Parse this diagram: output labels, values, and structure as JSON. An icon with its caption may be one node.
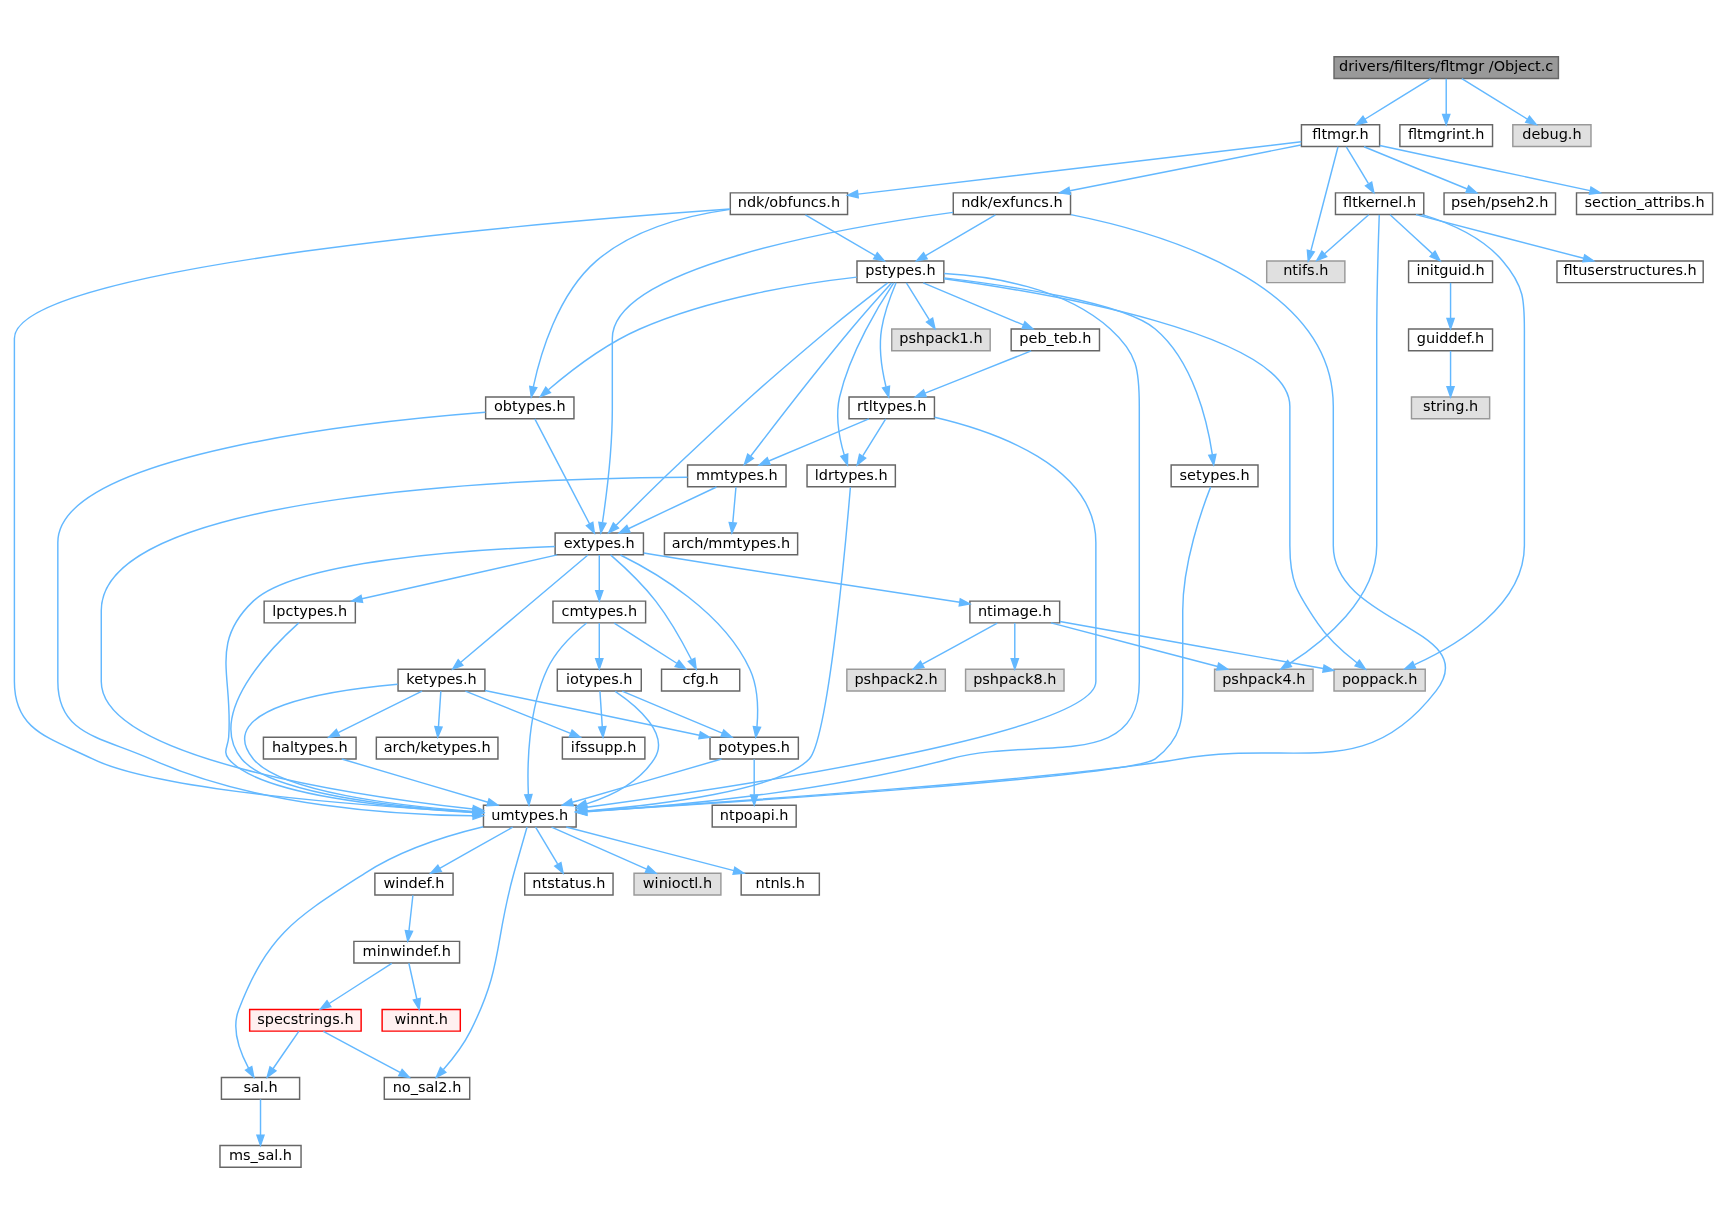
{
  "diagram": {
    "nodes": [
      {
        "text": [
          "drivers/filters/fltmgr /Object.c"
        ]
      },
      {
        "text": [
          "fltmgr.h"
        ]
      },
      {
        "text": [
          "fltmgrint.h"
        ]
      },
      {
        "text": [
          "debug.h"
        ]
      },
      {
        "text": [
          "ndk/obfuncs.h"
        ]
      },
      {
        "text": [
          "ndk/exfuncs.h"
        ]
      },
      {
        "text": [
          "fltkernel.h"
        ]
      },
      {
        "text": [
          "pseh/pseh2.h"
        ]
      },
      {
        "text": [
          "section_attribs.h"
        ]
      },
      {
        "text": [
          "pstypes.h"
        ]
      },
      {
        "text": [
          "ntifs.h"
        ]
      },
      {
        "text": [
          "fltuserstructures.h"
        ]
      },
      {
        "text": [
          "initguid.h"
        ]
      },
      {
        "text": [
          "guiddef.h"
        ]
      },
      {
        "text": [
          "peb_teb.h"
        ]
      },
      {
        "text": [
          "pshpack1.h"
        ]
      },
      {
        "text": [
          "string.h"
        ]
      },
      {
        "text": [
          "obtypes.h"
        ]
      },
      {
        "text": [
          "rtltypes.h"
        ]
      },
      {
        "text": [
          "mmtypes.h"
        ]
      },
      {
        "text": [
          "ldrtypes.h"
        ]
      },
      {
        "text": [
          "setypes.h"
        ]
      },
      {
        "text": [
          "arch/mmtypes.h"
        ]
      },
      {
        "text": [
          "extypes.h"
        ]
      },
      {
        "text": [
          "lpctypes.h"
        ]
      },
      {
        "text": [
          "cmtypes.h"
        ]
      },
      {
        "text": [
          "ntimage.h"
        ]
      },
      {
        "text": [
          "ketypes.h"
        ]
      },
      {
        "text": [
          "cfg.h"
        ]
      },
      {
        "text": [
          "iotypes.h"
        ]
      },
      {
        "text": [
          "pshpack8.h"
        ]
      },
      {
        "text": [
          "pshpack2.h"
        ]
      },
      {
        "text": [
          "pshpack4.h"
        ]
      },
      {
        "text": [
          "poppack.h"
        ]
      },
      {
        "text": [
          "haltypes.h"
        ]
      },
      {
        "text": [
          "arch/ketypes.h"
        ]
      },
      {
        "text": [
          "ifssupp.h"
        ]
      },
      {
        "text": [
          "potypes.h"
        ]
      },
      {
        "text": [
          "umtypes.h"
        ]
      },
      {
        "text": [
          "ntpoapi.h"
        ]
      },
      {
        "text": [
          "windef.h"
        ]
      },
      {
        "text": [
          "ntstatus.h"
        ]
      },
      {
        "text": [
          "winioctl.h"
        ]
      },
      {
        "text": [
          "ntnls.h"
        ]
      },
      {
        "text": [
          "minwindef.h"
        ]
      },
      {
        "text": [
          "specstrings.h"
        ]
      },
      {
        "text": [
          "winnt.h"
        ]
      },
      {
        "text": [
          "sal.h"
        ]
      },
      {
        "text": [
          "no_sal2.h"
        ]
      },
      {
        "text": [
          "ms_sal.h"
        ]
      }
    ],
    "edges": [
      {
        "from": 0,
        "to": 1,
        "arrow": "to"
      },
      {
        "from": 0,
        "to": 2,
        "arrow": "to"
      },
      {
        "from": 0,
        "to": 3,
        "arrow": "to"
      },
      {
        "from": 1,
        "to": 4,
        "arrow": "to"
      },
      {
        "from": 1,
        "to": 5,
        "arrow": "to"
      },
      {
        "from": 1,
        "to": 6,
        "arrow": "to"
      },
      {
        "from": 1,
        "to": 7,
        "arrow": "to"
      },
      {
        "from": 1,
        "to": 8,
        "arrow": "to"
      },
      {
        "from": 1,
        "to": 10,
        "arrow": "to"
      },
      {
        "from": 4,
        "to": 38,
        "arrow": "to"
      },
      {
        "from": 4,
        "to": 17,
        "arrow": "to"
      },
      {
        "from": 4,
        "to": 9,
        "arrow": "to"
      },
      {
        "from": 5,
        "to": 9,
        "arrow": "to"
      },
      {
        "from": 5,
        "to": 23,
        "arrow": "to"
      },
      {
        "from": 5,
        "to": 38,
        "arrow": "to"
      },
      {
        "from": 6,
        "to": 10,
        "arrow": "to"
      },
      {
        "from": 6,
        "to": 11,
        "arrow": "to"
      },
      {
        "from": 6,
        "to": 12,
        "arrow": "to"
      },
      {
        "from": 6,
        "to": 32,
        "arrow": "to"
      },
      {
        "from": 6,
        "to": 33,
        "arrow": "to"
      },
      {
        "from": 12,
        "to": 13,
        "arrow": "to"
      },
      {
        "from": 13,
        "to": 16,
        "arrow": "to"
      },
      {
        "from": 9,
        "to": 38,
        "arrow": "to"
      },
      {
        "from": 9,
        "to": 17,
        "arrow": "to"
      },
      {
        "from": 9,
        "to": 19,
        "arrow": "to"
      },
      {
        "from": 9,
        "to": 23,
        "arrow": "to"
      },
      {
        "from": 9,
        "to": 18,
        "arrow": "to"
      },
      {
        "from": 9,
        "to": 14,
        "arrow": "to"
      },
      {
        "from": 9,
        "to": 20,
        "arrow": "to"
      },
      {
        "from": 9,
        "to": 15,
        "arrow": "to"
      },
      {
        "from": 9,
        "to": 21,
        "arrow": "to"
      },
      {
        "from": 9,
        "to": 33,
        "arrow": "to"
      },
      {
        "from": 14,
        "to": 18,
        "arrow": "to"
      },
      {
        "from": 17,
        "to": 38,
        "arrow": "to"
      },
      {
        "from": 17,
        "to": 23,
        "arrow": "to"
      },
      {
        "from": 18,
        "to": 19,
        "arrow": "to"
      },
      {
        "from": 18,
        "to": 20,
        "arrow": "to"
      },
      {
        "from": 18,
        "to": 38,
        "arrow": "to"
      },
      {
        "from": 19,
        "to": 22,
        "arrow": "to"
      },
      {
        "from": 19,
        "to": 23,
        "arrow": "to"
      },
      {
        "from": 19,
        "to": 38,
        "arrow": "to"
      },
      {
        "from": 20,
        "to": 38,
        "arrow": "to"
      },
      {
        "from": 21,
        "to": 38,
        "arrow": "to"
      },
      {
        "from": 23,
        "to": 24,
        "arrow": "to"
      },
      {
        "from": 23,
        "to": 27,
        "arrow": "to"
      },
      {
        "from": 23,
        "to": 28,
        "arrow": "to"
      },
      {
        "from": 23,
        "to": 25,
        "arrow": "to"
      },
      {
        "from": 23,
        "to": 38,
        "arrow": "to"
      },
      {
        "from": 23,
        "to": 37,
        "arrow": "to"
      },
      {
        "from": 23,
        "to": 26,
        "arrow": "to"
      },
      {
        "from": 24,
        "to": 38,
        "arrow": "to"
      },
      {
        "from": 25,
        "to": 28,
        "arrow": "to"
      },
      {
        "from": 25,
        "to": 29,
        "arrow": "to"
      },
      {
        "from": 25,
        "to": 38,
        "arrow": "to"
      },
      {
        "from": 26,
        "to": 30,
        "arrow": "to"
      },
      {
        "from": 26,
        "to": 31,
        "arrow": "to"
      },
      {
        "from": 26,
        "to": 32,
        "arrow": "to"
      },
      {
        "from": 26,
        "to": 33,
        "arrow": "to"
      },
      {
        "from": 27,
        "to": 34,
        "arrow": "to"
      },
      {
        "from": 27,
        "to": 35,
        "arrow": "to"
      },
      {
        "from": 27,
        "to": 36,
        "arrow": "to"
      },
      {
        "from": 27,
        "to": 37,
        "arrow": "to"
      },
      {
        "from": 27,
        "to": 38,
        "arrow": "to"
      },
      {
        "from": 29,
        "to": 36,
        "arrow": "to"
      },
      {
        "from": 29,
        "to": 37,
        "arrow": "to"
      },
      {
        "from": 29,
        "to": 38,
        "arrow": "to"
      },
      {
        "from": 34,
        "to": 38,
        "arrow": "to"
      },
      {
        "from": 37,
        "to": 38,
        "arrow": "to"
      },
      {
        "from": 37,
        "to": 39,
        "arrow": "to"
      },
      {
        "from": 38,
        "to": 47,
        "arrow": "to"
      },
      {
        "from": 38,
        "to": 40,
        "arrow": "to"
      },
      {
        "from": 38,
        "to": 41,
        "arrow": "to"
      },
      {
        "from": 38,
        "to": 42,
        "arrow": "to"
      },
      {
        "from": 38,
        "to": 43,
        "arrow": "to"
      },
      {
        "from": 38,
        "to": 48,
        "arrow": "to"
      },
      {
        "from": 40,
        "to": 44,
        "arrow": "to"
      },
      {
        "from": 44,
        "to": 45,
        "arrow": "to"
      },
      {
        "from": 44,
        "to": 46,
        "arrow": "to"
      },
      {
        "from": 45,
        "to": 47,
        "arrow": "to"
      },
      {
        "from": 45,
        "to": 48,
        "arrow": "to"
      },
      {
        "from": 47,
        "to": 49,
        "arrow": "to"
      }
    ]
  }
}
